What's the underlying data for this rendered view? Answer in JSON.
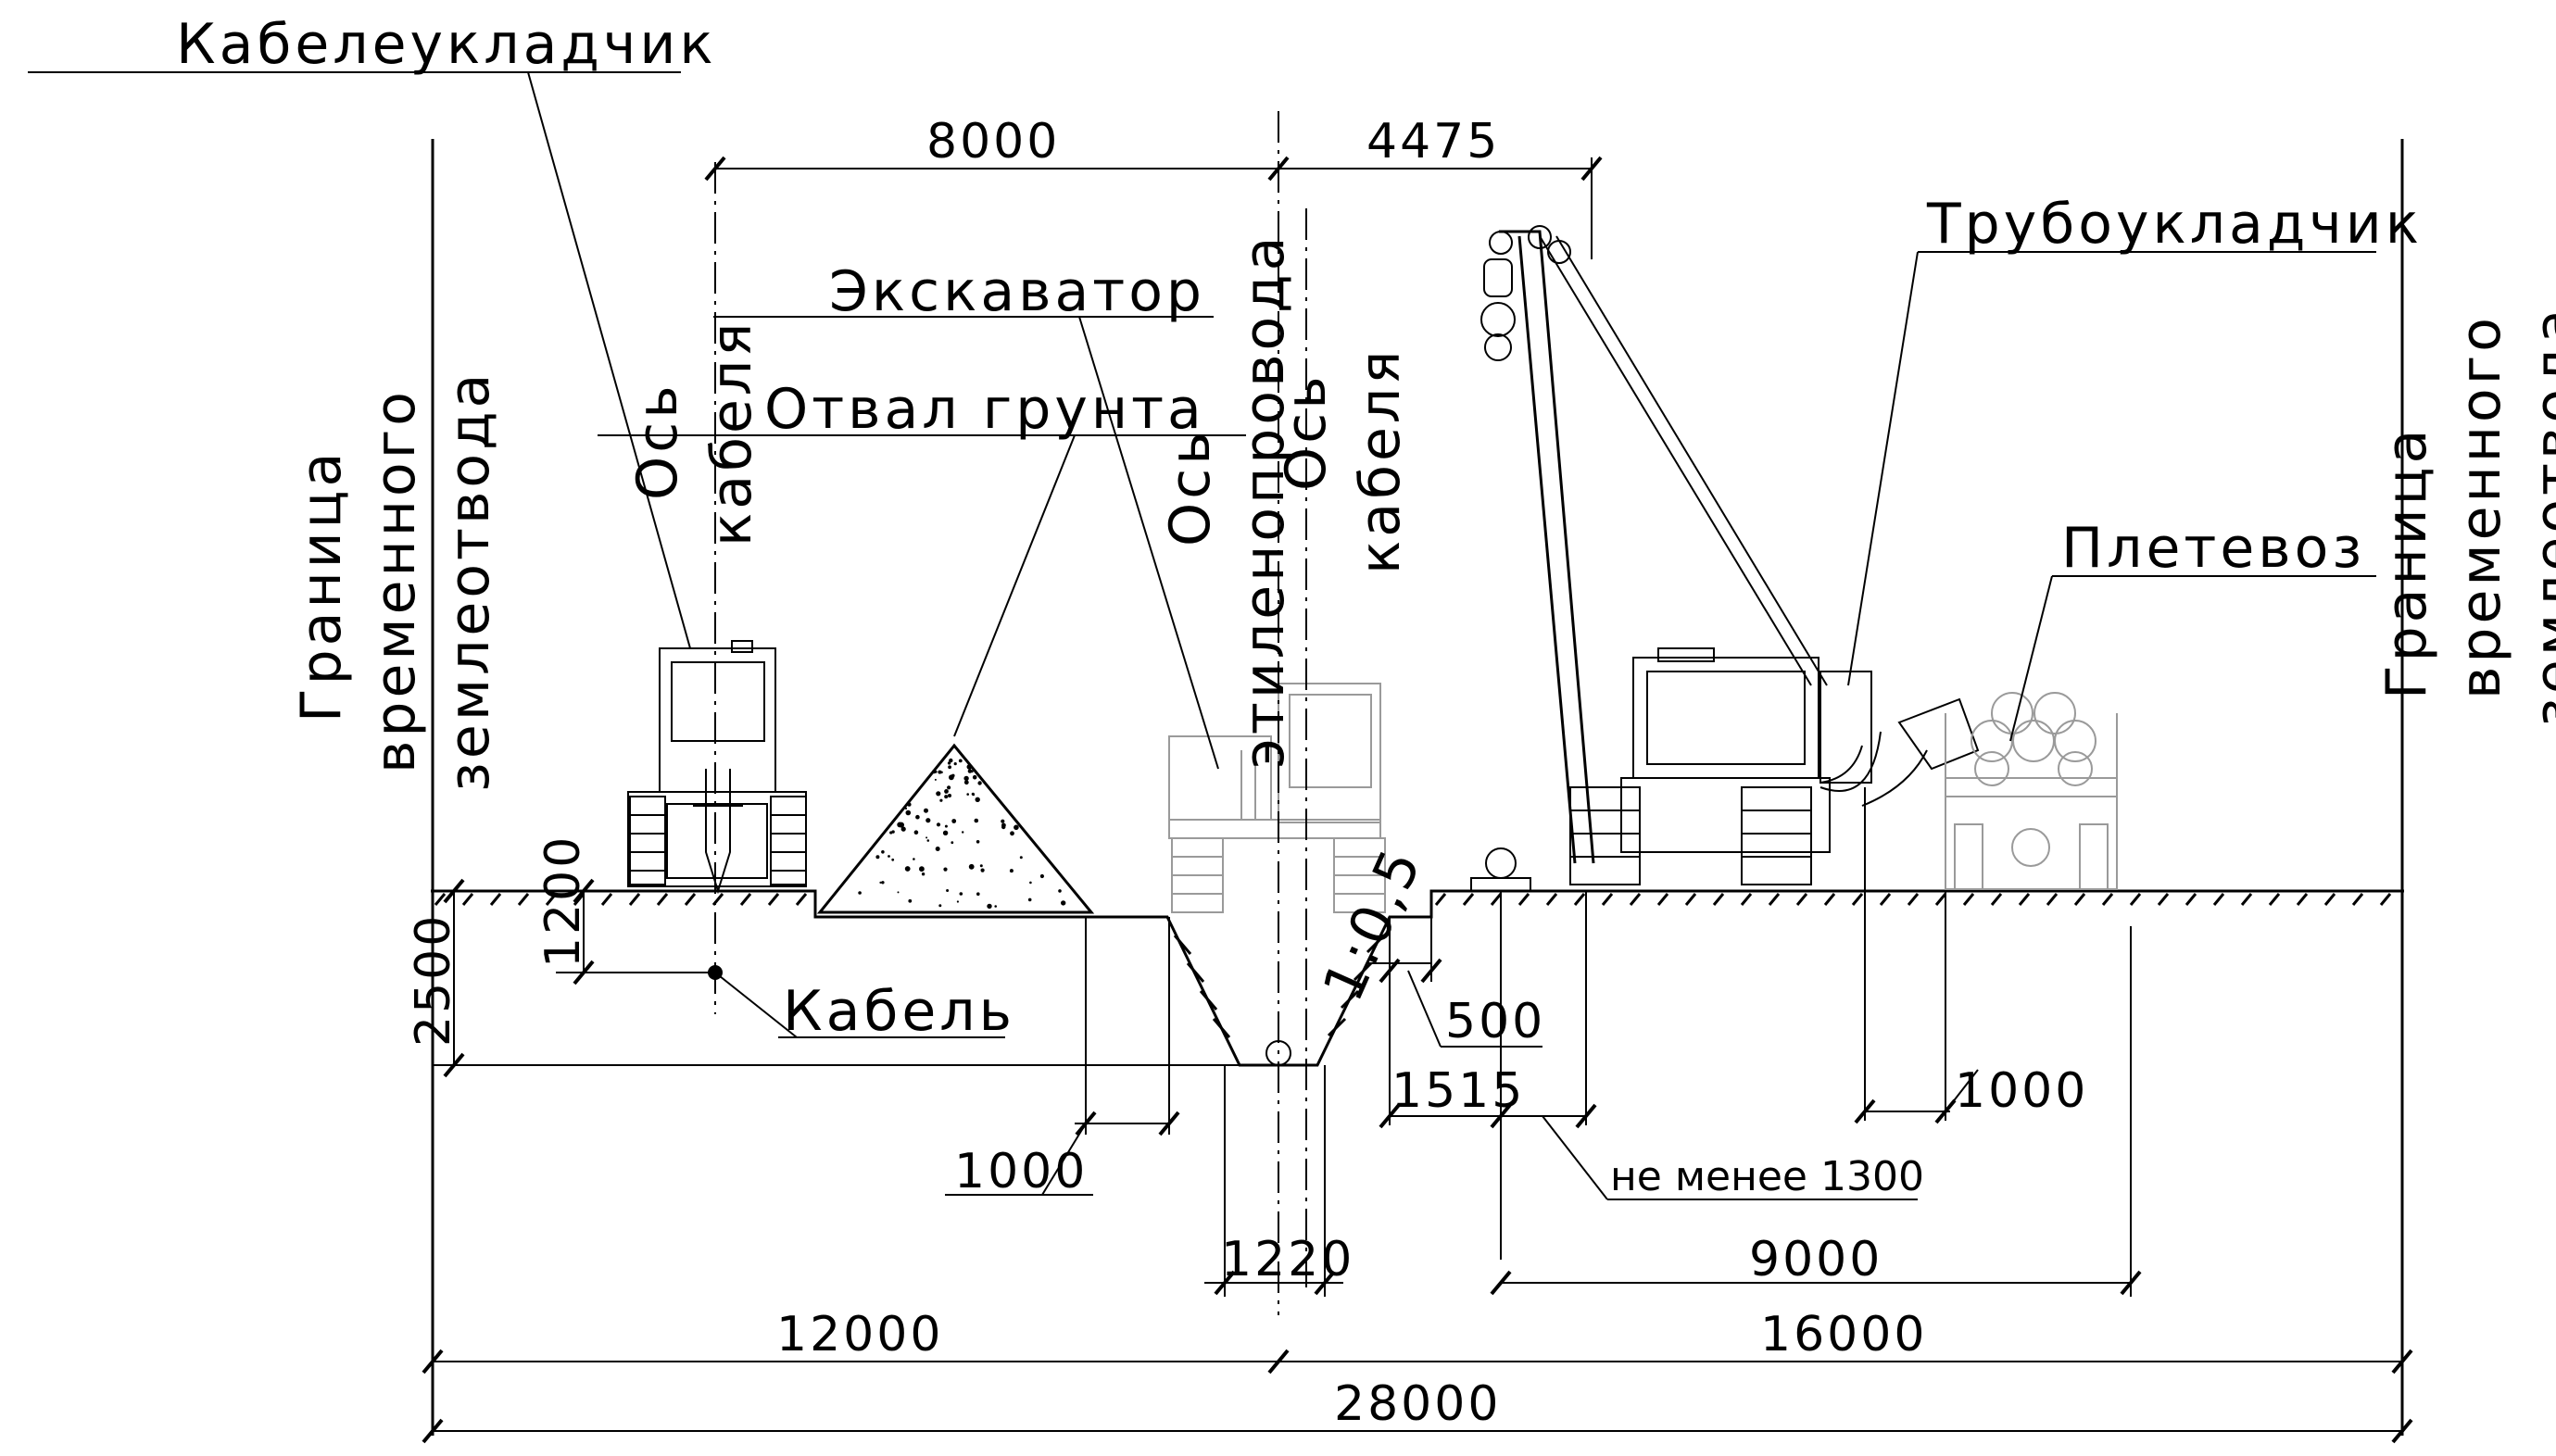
{
  "labels": {
    "cable_layer": "Кабелеукладчик",
    "excavator": "Экскаватор",
    "spoil": "Отвал грунта",
    "pipelayer": "Трубоукладчик",
    "pipe_carrier": "Плетевоз",
    "cable": "Кабель",
    "boundary_left_1": "Граница",
    "boundary_left_2": "временного",
    "boundary_left_3": "землеотвода",
    "boundary_right_1": "Граница",
    "boundary_right_2": "временного",
    "boundary_right_3": "землеотвода",
    "cable_axis_left_1": "Ось",
    "cable_axis_left_2": "кабеля",
    "pipeline_axis_1": "Ось",
    "pipeline_axis_2": "этиленопровода",
    "cable_axis_right_1": "Ось",
    "cable_axis_right_2": "кабеля",
    "slope": "1:0,5"
  },
  "dimensions": {
    "d8000": "8000",
    "d4475": "4475",
    "d1200": "1200",
    "d2500": "2500",
    "d500": "500",
    "d1515": "1515",
    "d1000_right": "1000",
    "d1000_left": "1000",
    "min1300": "не менее 1300",
    "d1220": "1220",
    "d9000": "9000",
    "d12000": "12000",
    "d16000": "16000",
    "d28000": "28000"
  }
}
